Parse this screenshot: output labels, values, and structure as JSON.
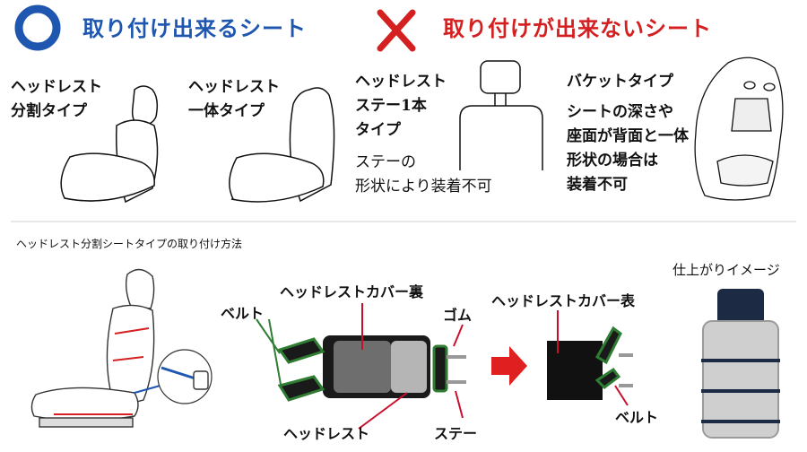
{
  "top": {
    "ok_title": "取り付け出来るシート",
    "ng_title": "取り付けが出来ないシート",
    "ok_items": [
      {
        "line1": "ヘッドレスト",
        "line2": "分割タイプ"
      },
      {
        "line1": "ヘッドレスト",
        "line2": "一体タイプ"
      }
    ],
    "ng_items": [
      {
        "line1": "ヘッドレスト",
        "line2": "ステー1本",
        "line3": "タイプ",
        "note1": "ステーの",
        "note2": "形状により装着不可"
      },
      {
        "line1": "バケットタイプ",
        "note1": "シートの深さや",
        "note2": "座面が背面と一体",
        "note3": "形状の場合は",
        "note4": "装着不可"
      }
    ]
  },
  "section_title": "ヘッドレスト分割シートタイプの取り付け方法",
  "diagram_labels": {
    "belt": "ベルト",
    "cover_back": "ヘッドレストカバー裏",
    "rubber": "ゴム",
    "headrest": "ヘッドレスト",
    "stay": "ステー",
    "cover_front": "ヘッドレストカバー表",
    "belt2": "ベルト",
    "final": "仕上がりイメージ"
  },
  "colors": {
    "ok": "#1f57b0",
    "ng": "#d42020",
    "belt_green": "#2e7d32",
    "leader_red": "#c8102e"
  },
  "icons": [
    "circle-ok-icon",
    "cross-ng-icon",
    "right-arrow-icon"
  ]
}
